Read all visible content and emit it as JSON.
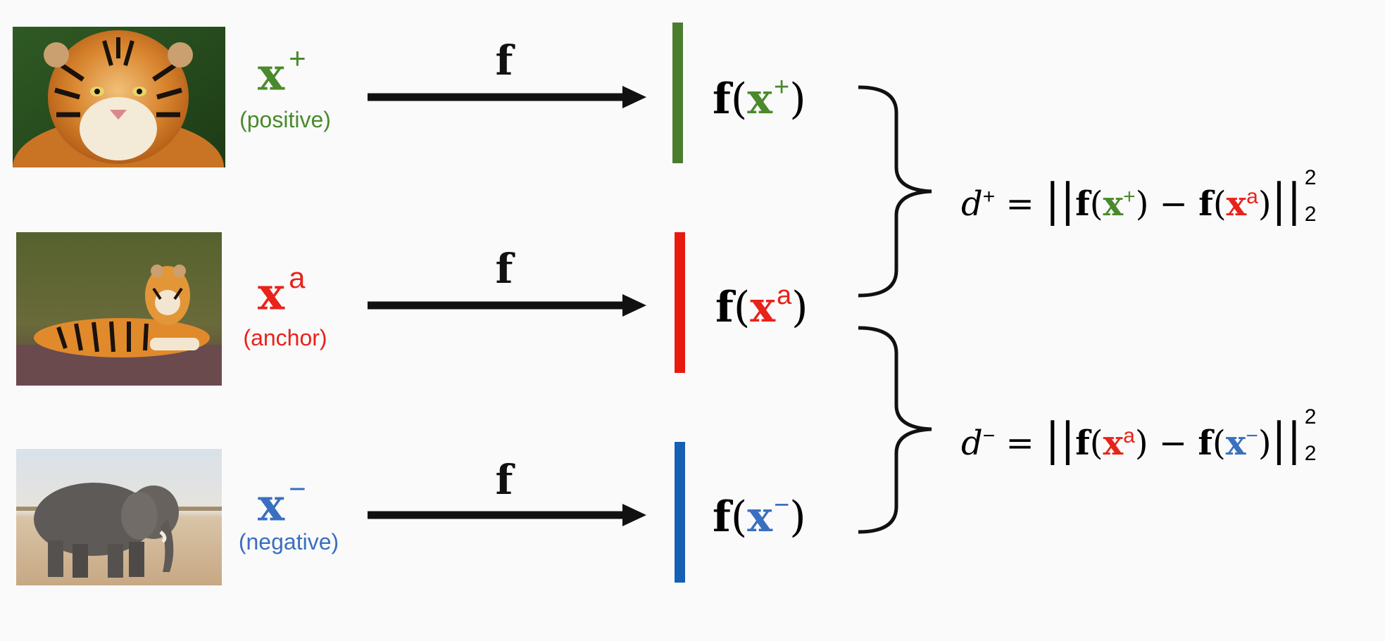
{
  "colors": {
    "positive": "#4a8a2c",
    "anchor": "#e8231a",
    "negative": "#3a6fc0",
    "bar_positive": "#4a7d2e",
    "bar_anchor": "#e81a10",
    "bar_negative": "#1560b5",
    "ink": "#111111"
  },
  "rows": [
    {
      "image": "tiger-face-photo",
      "symbol": "x",
      "superscript": "+",
      "caption": "(positive)",
      "arrow_label": "f",
      "embedding": {
        "func": "f",
        "open": "(",
        "arg": "x",
        "sup": "+",
        "close": ")"
      }
    },
    {
      "image": "tiger-lying-photo",
      "symbol": "x",
      "superscript": "a",
      "caption": "(anchor)",
      "arrow_label": "f",
      "embedding": {
        "func": "f",
        "open": "(",
        "arg": "x",
        "sup": "a",
        "close": ")"
      }
    },
    {
      "image": "elephant-photo",
      "symbol": "x",
      "superscript": "−",
      "caption": "(negative)",
      "arrow_label": "f",
      "embedding": {
        "func": "f",
        "open": "(",
        "arg": "x",
        "sup": "−",
        "close": ")"
      }
    }
  ],
  "equations": [
    {
      "lhs": "d",
      "lhs_sup": "+",
      "equals": "=",
      "norm_open": "||",
      "f1": "f",
      "x1": "x",
      "x1_sup": "+",
      "minus": "−",
      "f2": "f",
      "x2": "x",
      "x2_sup": "a",
      "norm_close": "||",
      "pow": "2",
      "sub": "2"
    },
    {
      "lhs": "d",
      "lhs_sup": "−",
      "equals": "=",
      "norm_open": "||",
      "f1": "f",
      "x1": "x",
      "x1_sup": "a",
      "minus": "−",
      "f2": "f",
      "x2": "x",
      "x2_sup": "−",
      "norm_close": "||",
      "pow": "2",
      "sub": "2"
    }
  ]
}
